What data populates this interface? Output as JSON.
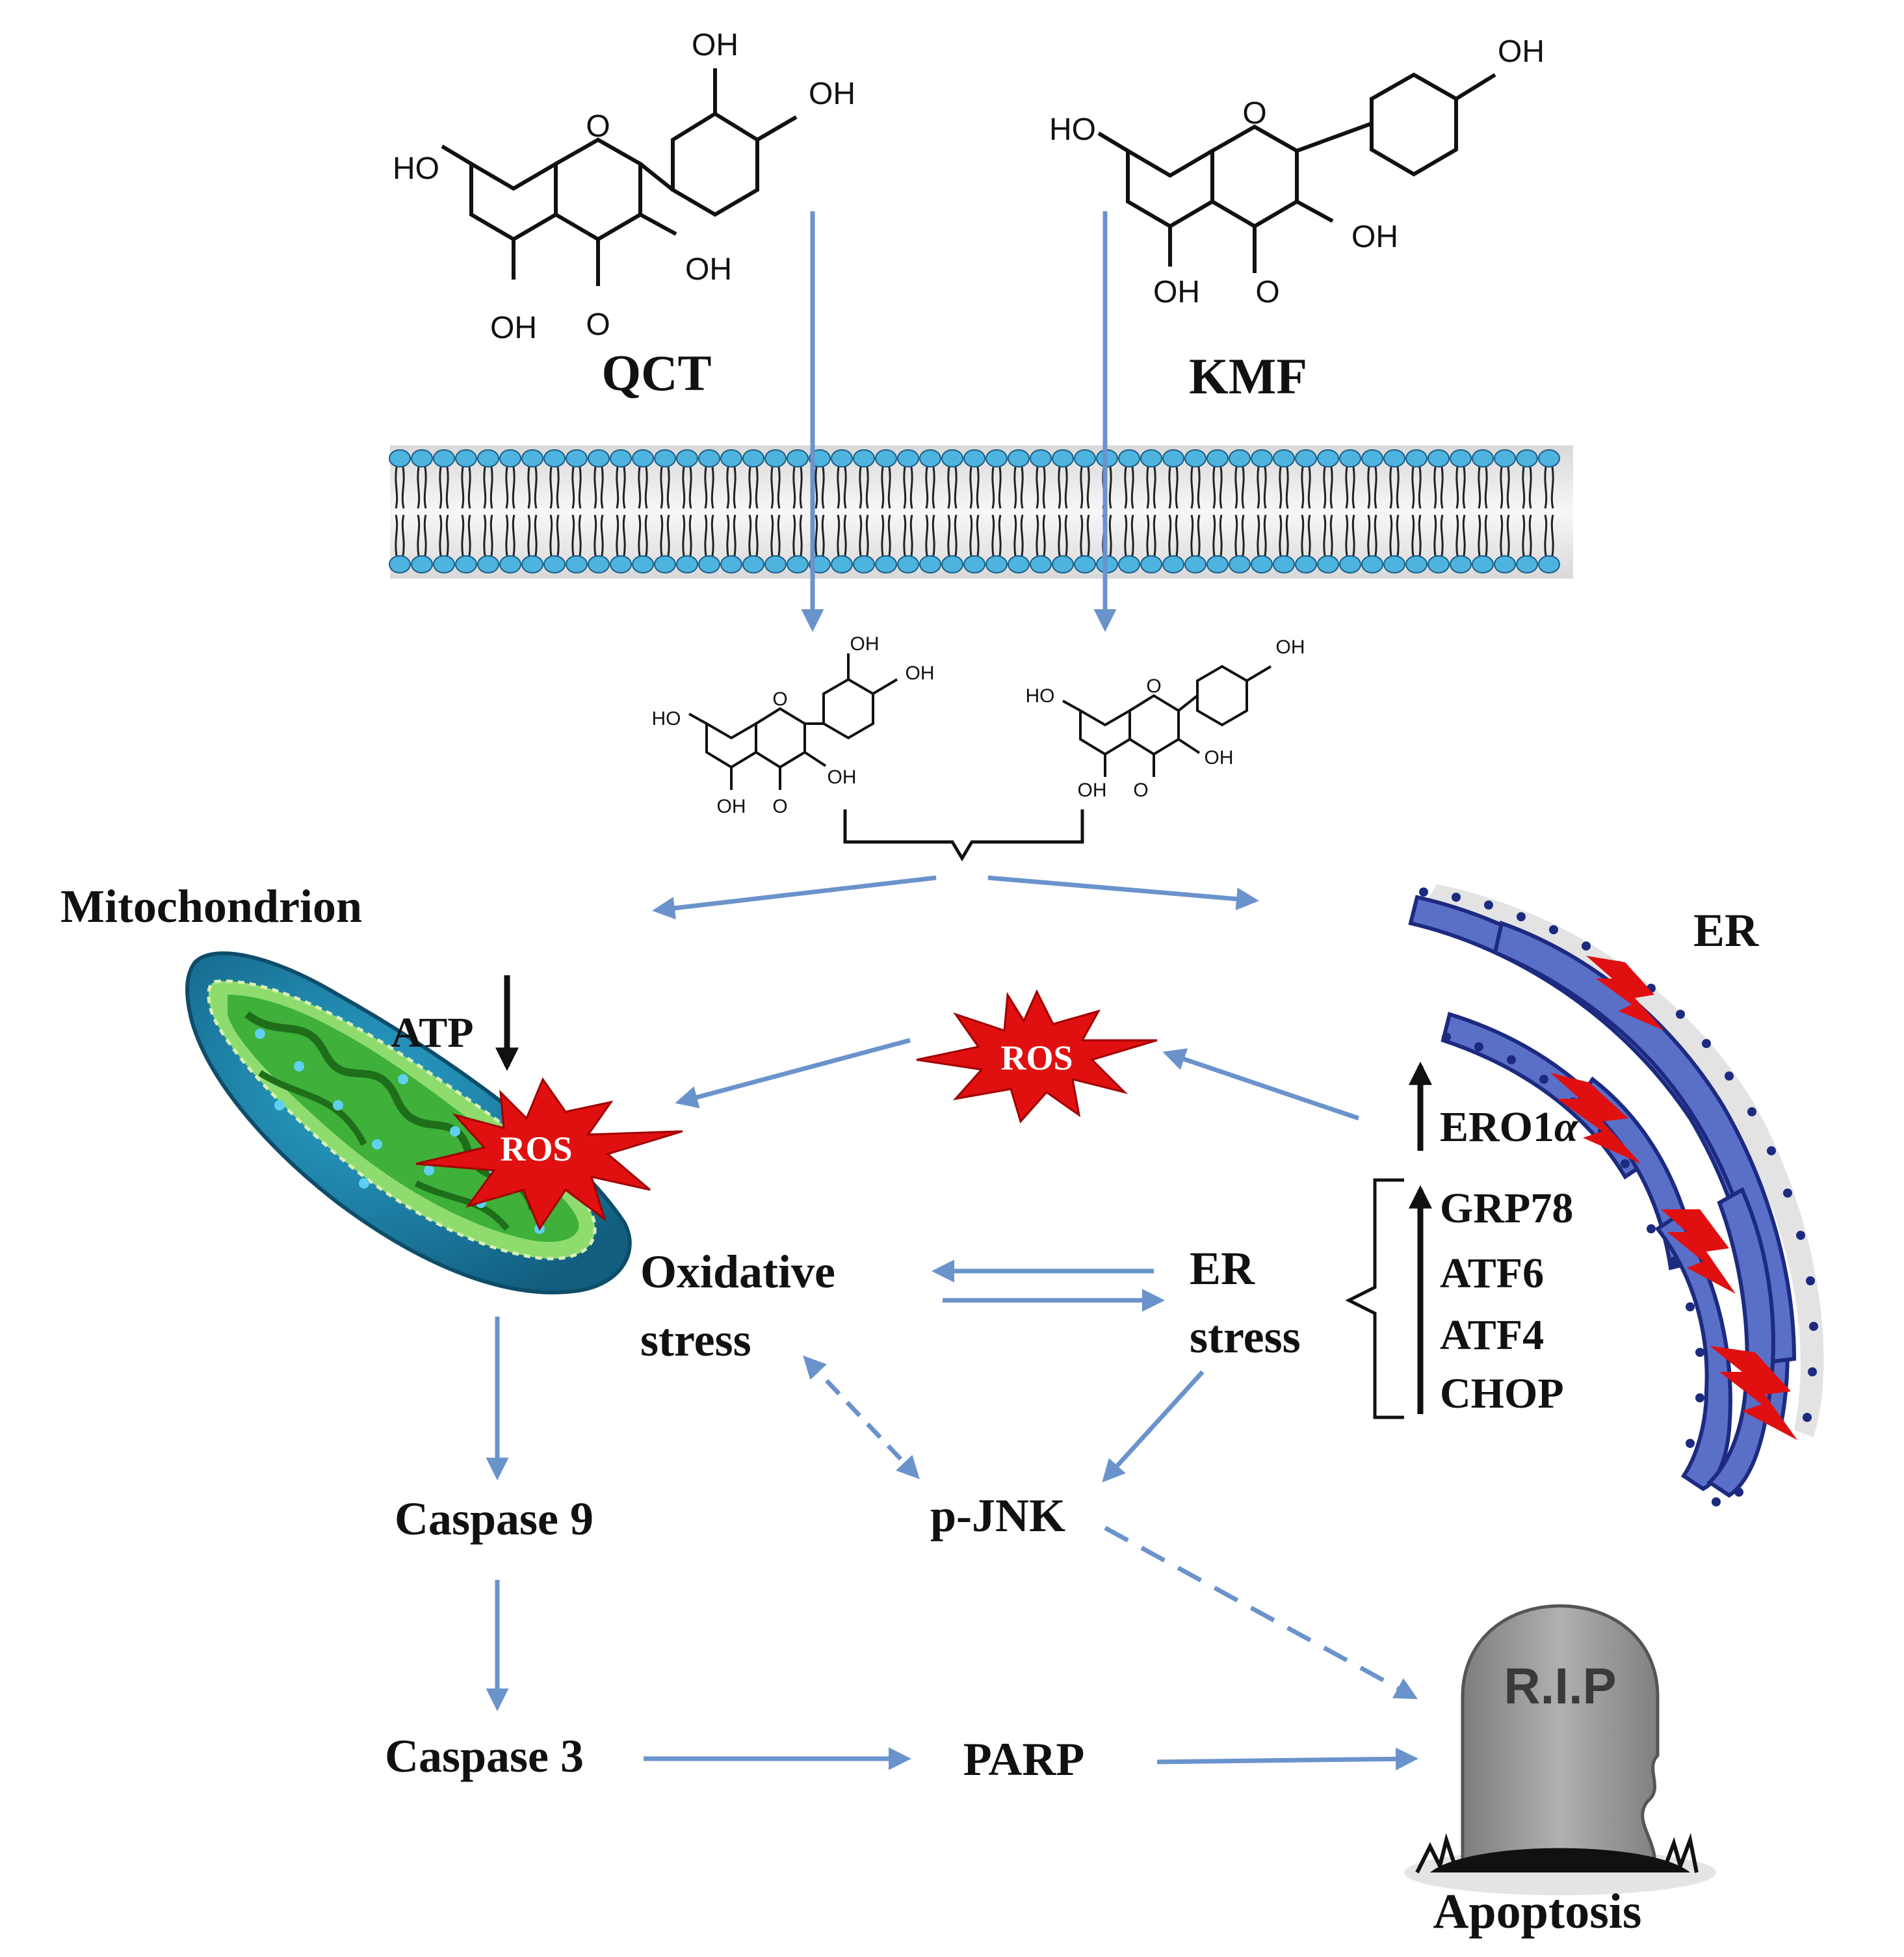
{
  "compounds": {
    "qct": {
      "name": "QCT",
      "oh": [
        "OH",
        "OH",
        "HO",
        "OH",
        "OH"
      ],
      "oxygen": [
        "O",
        "O"
      ]
    },
    "kmf": {
      "name": "KMF",
      "oh": [
        "OH",
        "HO",
        "OH",
        "OH"
      ],
      "oxygen": [
        "O",
        "O"
      ]
    }
  },
  "labels": {
    "mitochondrion": "Mitochondrion",
    "atp": "ATP",
    "ros": "ROS",
    "er": "ER",
    "oxidative_stress_1": "Oxidative",
    "oxidative_stress_2": "stress",
    "er_stress_1": "ER",
    "er_stress_2": "stress",
    "ero1a_prefix": "ERO1",
    "ero1a_greek": "α",
    "grp78": "GRP78",
    "atf6": "ATF6",
    "atf4": "ATF4",
    "chop": "CHOP",
    "caspase9": "Caspase 9",
    "caspase3": "Caspase 3",
    "pjnk": "p-JNK",
    "parp": "PARP",
    "rip": "R.I.P",
    "apoptosis": "Apoptosis"
  },
  "colors": {
    "arrow": "#6a93cc",
    "membrane_head": "#4fb3e0",
    "ros_burst": "#e01010",
    "mito_outer": "#1e7fa5",
    "mito_inner": "#43b53a",
    "er": "#5a6fc8",
    "lightning": "#e01010",
    "tombstone": "#9a9a9a"
  }
}
